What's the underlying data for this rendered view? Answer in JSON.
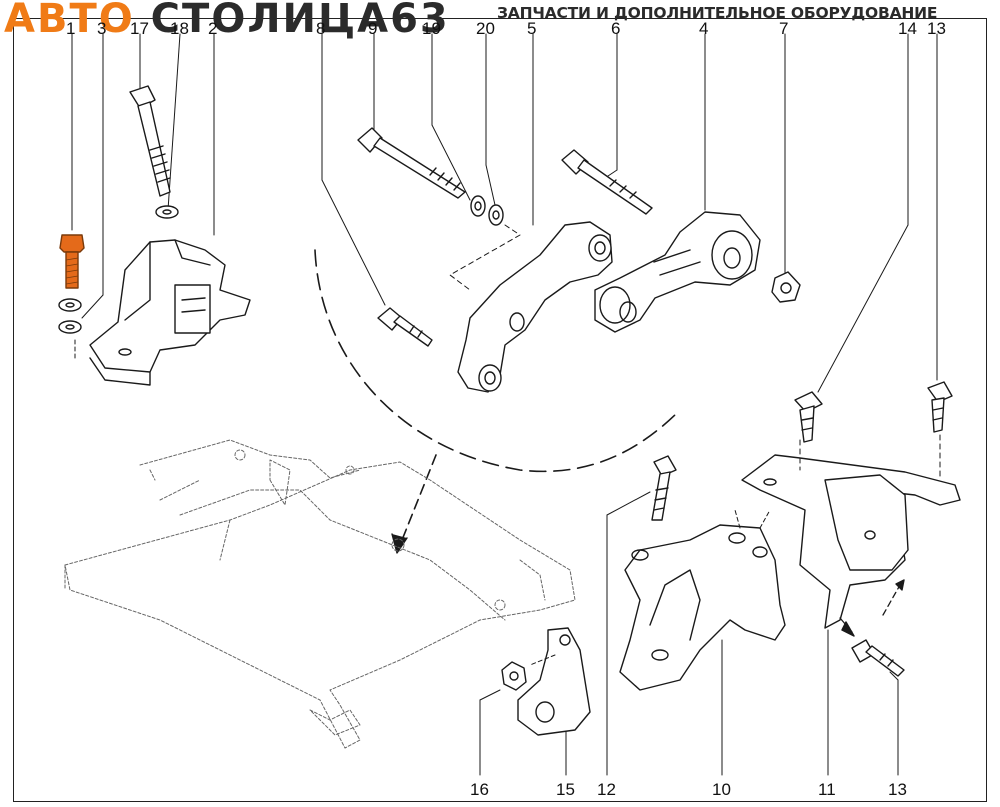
{
  "watermark": {
    "brand_part1": "АВТО",
    "brand_part2": "СТОЛИЦА63",
    "tagline": "ЗАПЧАСТИ И ДОПОЛНИТЕЛЬНОЕ ОБОРУДОВАНИЕ",
    "brand_color": "#f07b16",
    "text_color": "#2b2b2b"
  },
  "callouts_top": [
    "1",
    "3",
    "17",
    "18",
    "2",
    "8",
    "9",
    "19",
    "20",
    "5",
    "6",
    "4",
    "7",
    "14",
    "13"
  ],
  "callouts_bottom": [
    "16",
    "15",
    "12",
    "10",
    "11",
    "13"
  ],
  "colors": {
    "line": "#1a1a1a",
    "highlight_bolt": "#e46a1a",
    "subframe": "#555555"
  },
  "icons": {
    "bolt": "bolt-icon",
    "washer": "washer-icon",
    "nut": "nut-icon",
    "engine_mount": "engine-mount-icon",
    "torque_rod": "torque-rod-icon",
    "bracket": "bracket-icon",
    "subframe": "subframe-icon"
  }
}
